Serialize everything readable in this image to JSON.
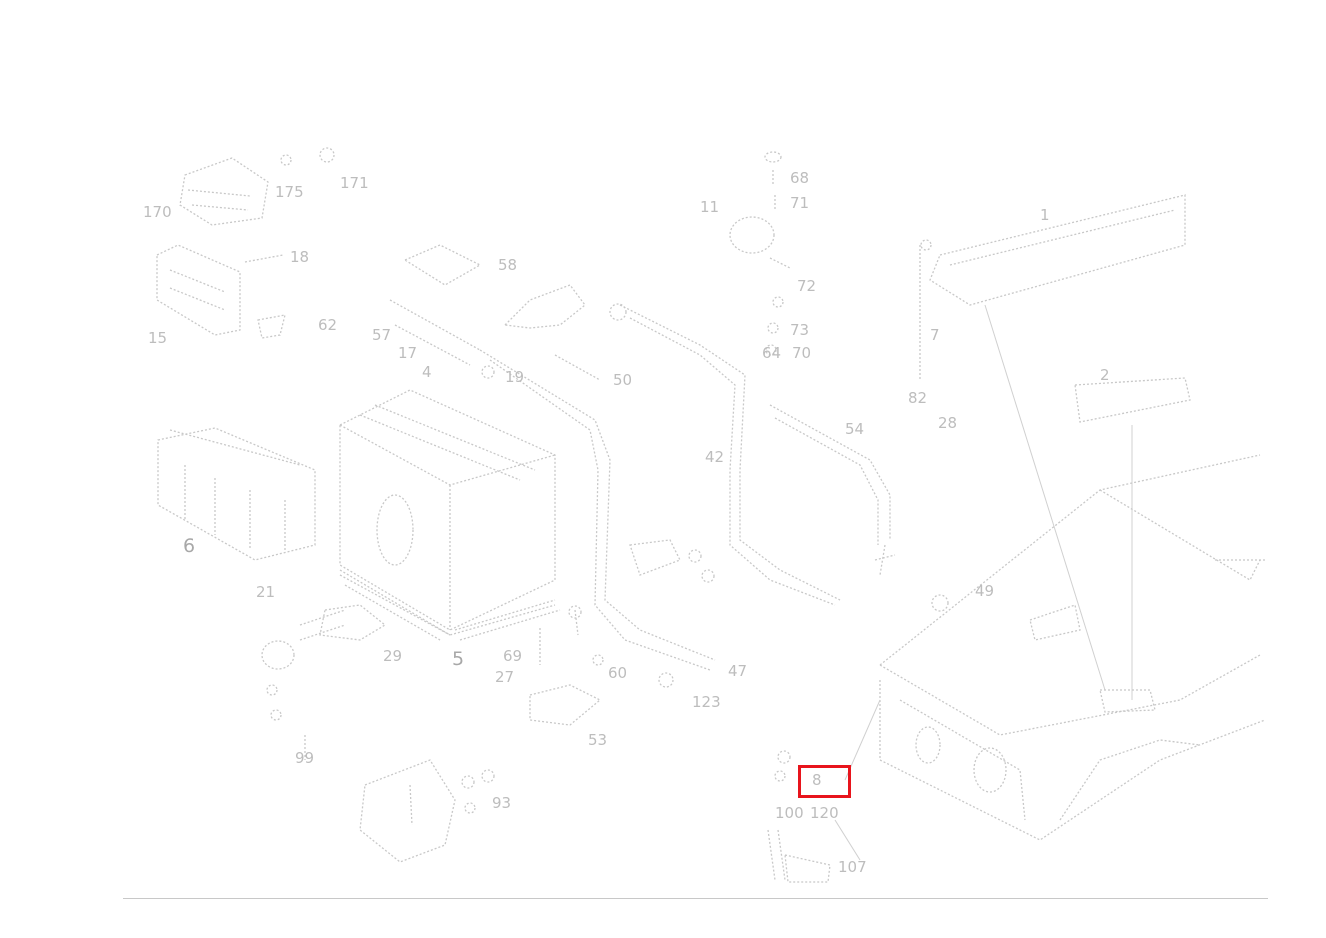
{
  "diagram": {
    "callouts": {
      "c170": "170",
      "c175": "175",
      "c171": "171",
      "c15a": "15",
      "c18": "18",
      "c62": "62",
      "c6": "6",
      "c58": "58",
      "c57": "57",
      "c17": "17",
      "c4": "4",
      "c19": "19",
      "c50": "50",
      "c5": "5",
      "c68": "68",
      "c11": "11",
      "c71a": "71",
      "c72": "72",
      "c73": "73",
      "c64": "64",
      "c70": "70",
      "c82": "82",
      "c28": "28",
      "c54": "54",
      "c1": "1",
      "c2": "2",
      "c7": "7",
      "c42": "42",
      "c21": "21",
      "c29": "29",
      "c49": "49",
      "c47": "47",
      "c123": "123",
      "c53": "53",
      "c60": "60",
      "c69": "69",
      "c27": "27",
      "c99": "99",
      "c100": "100",
      "c120": "120",
      "c107": "107",
      "c93": "93",
      "c8": "8"
    },
    "highlight_color": "#e8141c",
    "line_color": "#c8c8c8"
  }
}
